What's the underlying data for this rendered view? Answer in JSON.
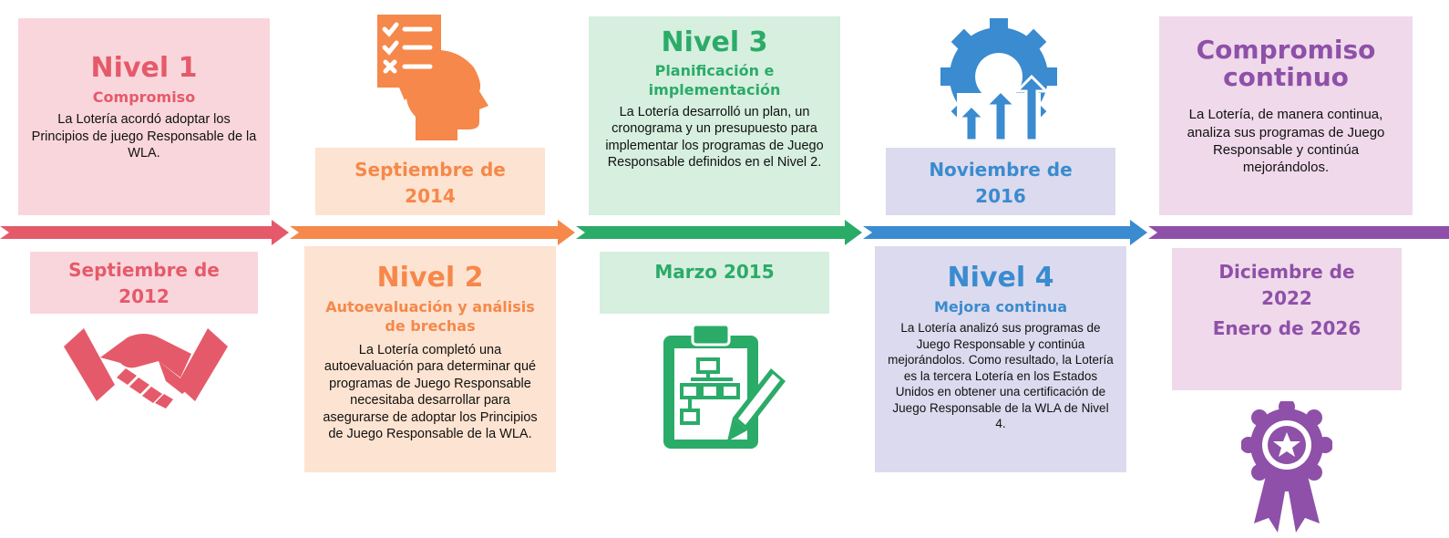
{
  "colors": {
    "red": "#e55a6a",
    "orange": "#f5884a",
    "green": "#2bab68",
    "blue": "#3a8bcf",
    "purple": "#8e50a8",
    "pink_bg": "#f9d6dc",
    "peach_bg": "#fde3d1",
    "mint_bg": "#d6efdf",
    "lavender_bg": "#dcdaee",
    "lilac_bg": "#efd9ea"
  },
  "level1": {
    "title": "Nivel 1",
    "subtitle": "Compromiso",
    "text": "La Lotería acordó adoptar los Principios de juego Responsable de la WLA.",
    "date": "Septiembre de 2012",
    "icon": "handshake-icon"
  },
  "level2": {
    "title": "Nivel 2",
    "subtitle": "Autoevaluación y análisis de brechas",
    "text": "La Lotería completó una autoevaluación para determinar qué programas de Juego Responsable necesitaba desarrollar para asegurarse de adoptar los Principios de Juego Responsable de la WLA.",
    "date": "Septiembre de 2014",
    "icon": "head-checklist-icon"
  },
  "level3": {
    "title": "Nivel 3",
    "subtitle": "Planificación e implementación",
    "text": "La Lotería desarrolló un plan, un cronograma y un presupuesto para implementar los programas de Juego Responsable definidos en el Nivel 2.",
    "date": "Marzo 2015",
    "icon": "clipboard-plan-icon"
  },
  "level4": {
    "title": "Nivel 4",
    "subtitle": "Mejora continua",
    "text": "La Lotería analizó sus programas de Juego Responsable y continúa mejorándolos. Como resultado, la Lotería es la tercera Lotería en los Estados Unidos en obtener una certificación de Juego Responsable de la WLA de Nivel 4.",
    "date": "Noviembre de 2016",
    "icon": "gear-arrows-icon"
  },
  "level5": {
    "title": "Compromiso continuo",
    "text": "La Lotería, de manera continua, analiza sus programas de Juego Responsable y continúa mejorándolos.",
    "date1": "Diciembre de 2022",
    "date2": "Enero de 2026",
    "icon": "award-ribbon-icon"
  }
}
